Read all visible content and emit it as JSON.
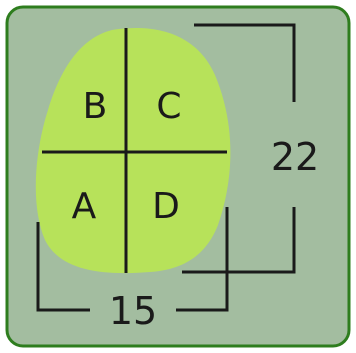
{
  "figure": {
    "colors": {
      "panel_fill": "#a3bda0",
      "panel_border": "#2e7d1e",
      "shape_fill": "#b7e25a",
      "ink": "#1a1a1a"
    },
    "regions": {
      "top_left": "B",
      "top_right": "C",
      "bottom_left": "A",
      "bottom_right": "D"
    },
    "dimensions": {
      "height": "22",
      "width": "15"
    }
  }
}
